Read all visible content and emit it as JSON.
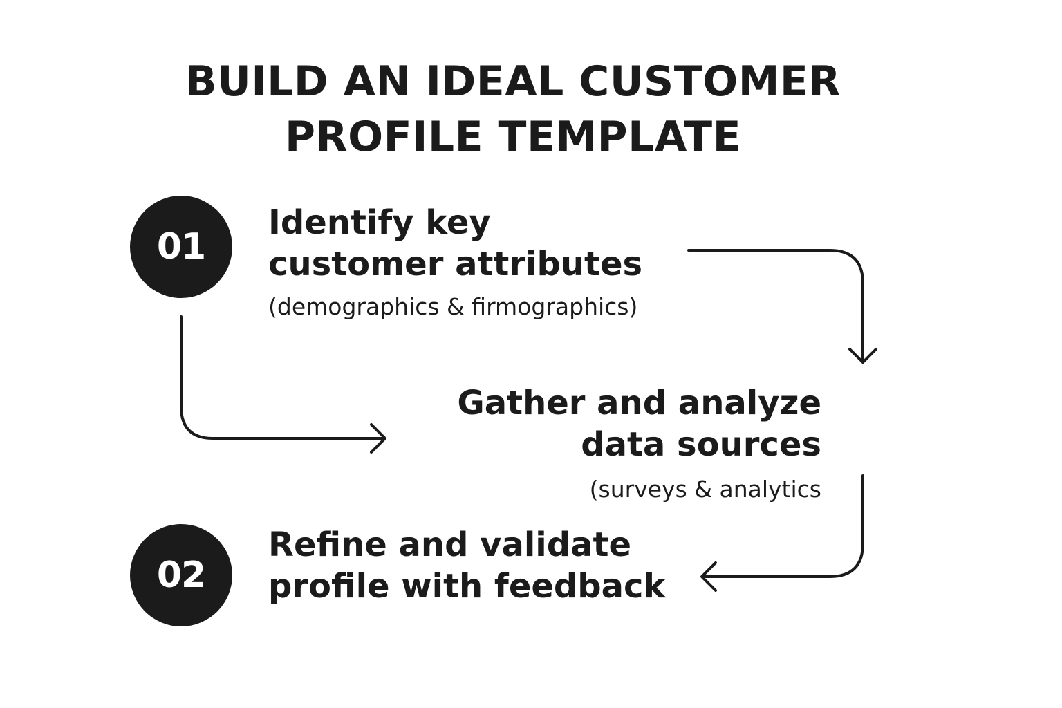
{
  "title": {
    "line1": "BUILD AN IDEAL CUSTOMER",
    "line2": "PROFILE TEMPLATE"
  },
  "steps": [
    {
      "number": "01",
      "heading_line1": "Identify key",
      "heading_line2": "customer attributes",
      "note": "(demographics & firmographics)"
    },
    {
      "heading_line1": "Gather and analyze",
      "heading_line2": "data sources",
      "note": "(surveys & analytics"
    },
    {
      "number": "02",
      "heading_line1": "Refine and validate",
      "heading_line2": "profile with feedback"
    }
  ],
  "colors": {
    "ink": "#1b1b1b",
    "background": "#ffffff",
    "badge_text": "#ffffff"
  }
}
